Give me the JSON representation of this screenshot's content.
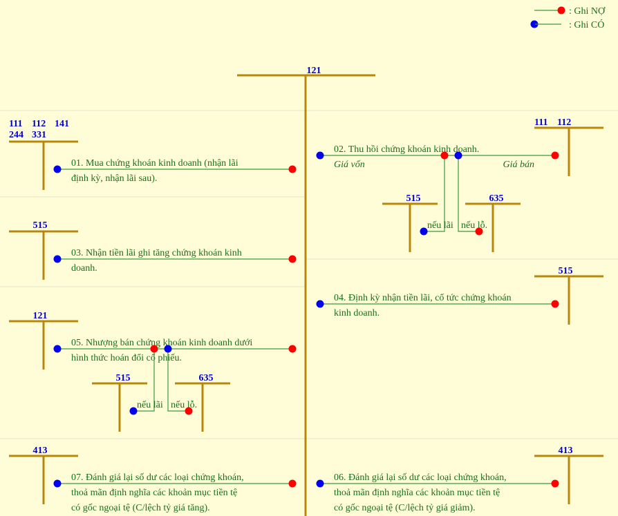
{
  "legend": {
    "debit_label": ": Ghi NỢ",
    "credit_label": ": Ghi CÓ",
    "debit_color": "#ff0000",
    "credit_color": "#0000ee"
  },
  "center_account": "121",
  "left": {
    "s1": {
      "accounts_row1": [
        "111",
        "112",
        "141"
      ],
      "accounts_row2": [
        "244",
        "331"
      ],
      "desc_lines": [
        "01. Mua chứng khoán kinh doanh (nhận lãi",
        "định kỳ, nhận lãi sau)."
      ]
    },
    "s3": {
      "account": "515",
      "desc_lines": [
        "03. Nhận tiền lãi ghi tăng chứng khoán kinh",
        "doanh."
      ]
    },
    "s5": {
      "account": "121",
      "desc_lines": [
        "05. Nhượng bán chứng khoán kinh doanh dưới",
        "hình thức hoán đổi cổ phiếu."
      ],
      "sub_account_gain": "515",
      "sub_account_loss": "635",
      "gain_label": "nếu lãi",
      "loss_label": "nếu lỗ."
    },
    "s7": {
      "account": "413",
      "desc_lines": [
        "07. Đánh giá lại số dư các loại chứng khoán,",
        "thoả mãn định nghĩa các khoản mục tiền tệ",
        "có gốc ngoại tệ (C/lệch tỷ giá tăng)."
      ]
    }
  },
  "right": {
    "s2": {
      "accounts": [
        "111",
        "112"
      ],
      "desc": "02. Thu hồi chứng khoán kinh doanh.",
      "cost_label": "Giá vốn",
      "price_label": "Giá bán",
      "sub_account_gain": "515",
      "sub_account_loss": "635",
      "gain_label": "nếu lãi",
      "loss_label": "nếu lỗ."
    },
    "s4": {
      "account": "515",
      "desc_lines": [
        "04. Định kỳ nhận tiền lãi, cổ tức chứng khoán",
        "kinh doanh."
      ]
    },
    "s6": {
      "account": "413",
      "desc_lines": [
        "06. Đánh giá lại số dư các loại chứng khoán,",
        "thoả mãn định nghĩa các khoản mục tiền tệ",
        "có gốc ngoại tệ (C/lệch tỷ giá giảm)."
      ]
    }
  }
}
